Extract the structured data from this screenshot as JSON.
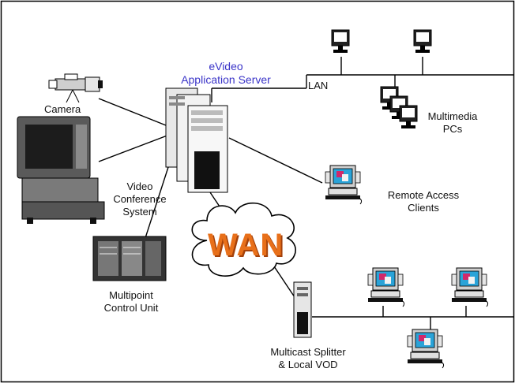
{
  "labels": {
    "server": [
      "eVideo",
      "Application Server"
    ],
    "lan": "LAN",
    "camera": "Camera",
    "multimedia": [
      "Multimedia",
      "PCs"
    ],
    "video_conf": [
      "Video",
      "Conference",
      "System"
    ],
    "remote": [
      "Remote Access",
      "Clients"
    ],
    "wan": "WAN",
    "mcu": [
      "Multipoint",
      "Control Unit"
    ],
    "splitter": [
      "Multicast Splitter",
      "& Local VOD"
    ]
  },
  "icons": {
    "camera": "video-camera-icon",
    "video_conference": "tv-monitor-icon",
    "server": "server-tower-icon",
    "pc": "desktop-pc-icon",
    "mcu": "rack-unit-icon",
    "splitter": "tower-server-icon",
    "cloud": "cloud-icon"
  },
  "colors": {
    "server_label": "#3a34c8",
    "wan_text": "#e8701a",
    "line": "#000000"
  }
}
